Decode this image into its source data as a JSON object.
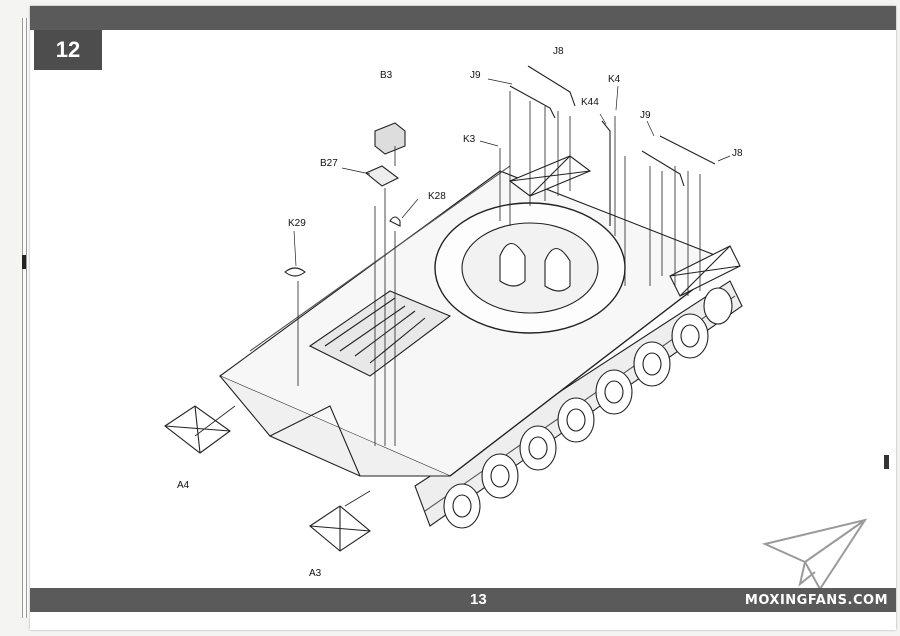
{
  "step": {
    "number": "12"
  },
  "page": {
    "number": "13",
    "watermark": "MOXINGFANS.COM"
  },
  "parts": {
    "B3": "B3",
    "B27": "B27",
    "K28": "K28",
    "K29": "K29",
    "K3": "K3",
    "K4": "K4",
    "K44": "K44",
    "J8_top": "J8",
    "J9_top": "J9",
    "J9_right": "J9",
    "J8_right": "J8",
    "A3": "A3",
    "A4": "A4"
  }
}
